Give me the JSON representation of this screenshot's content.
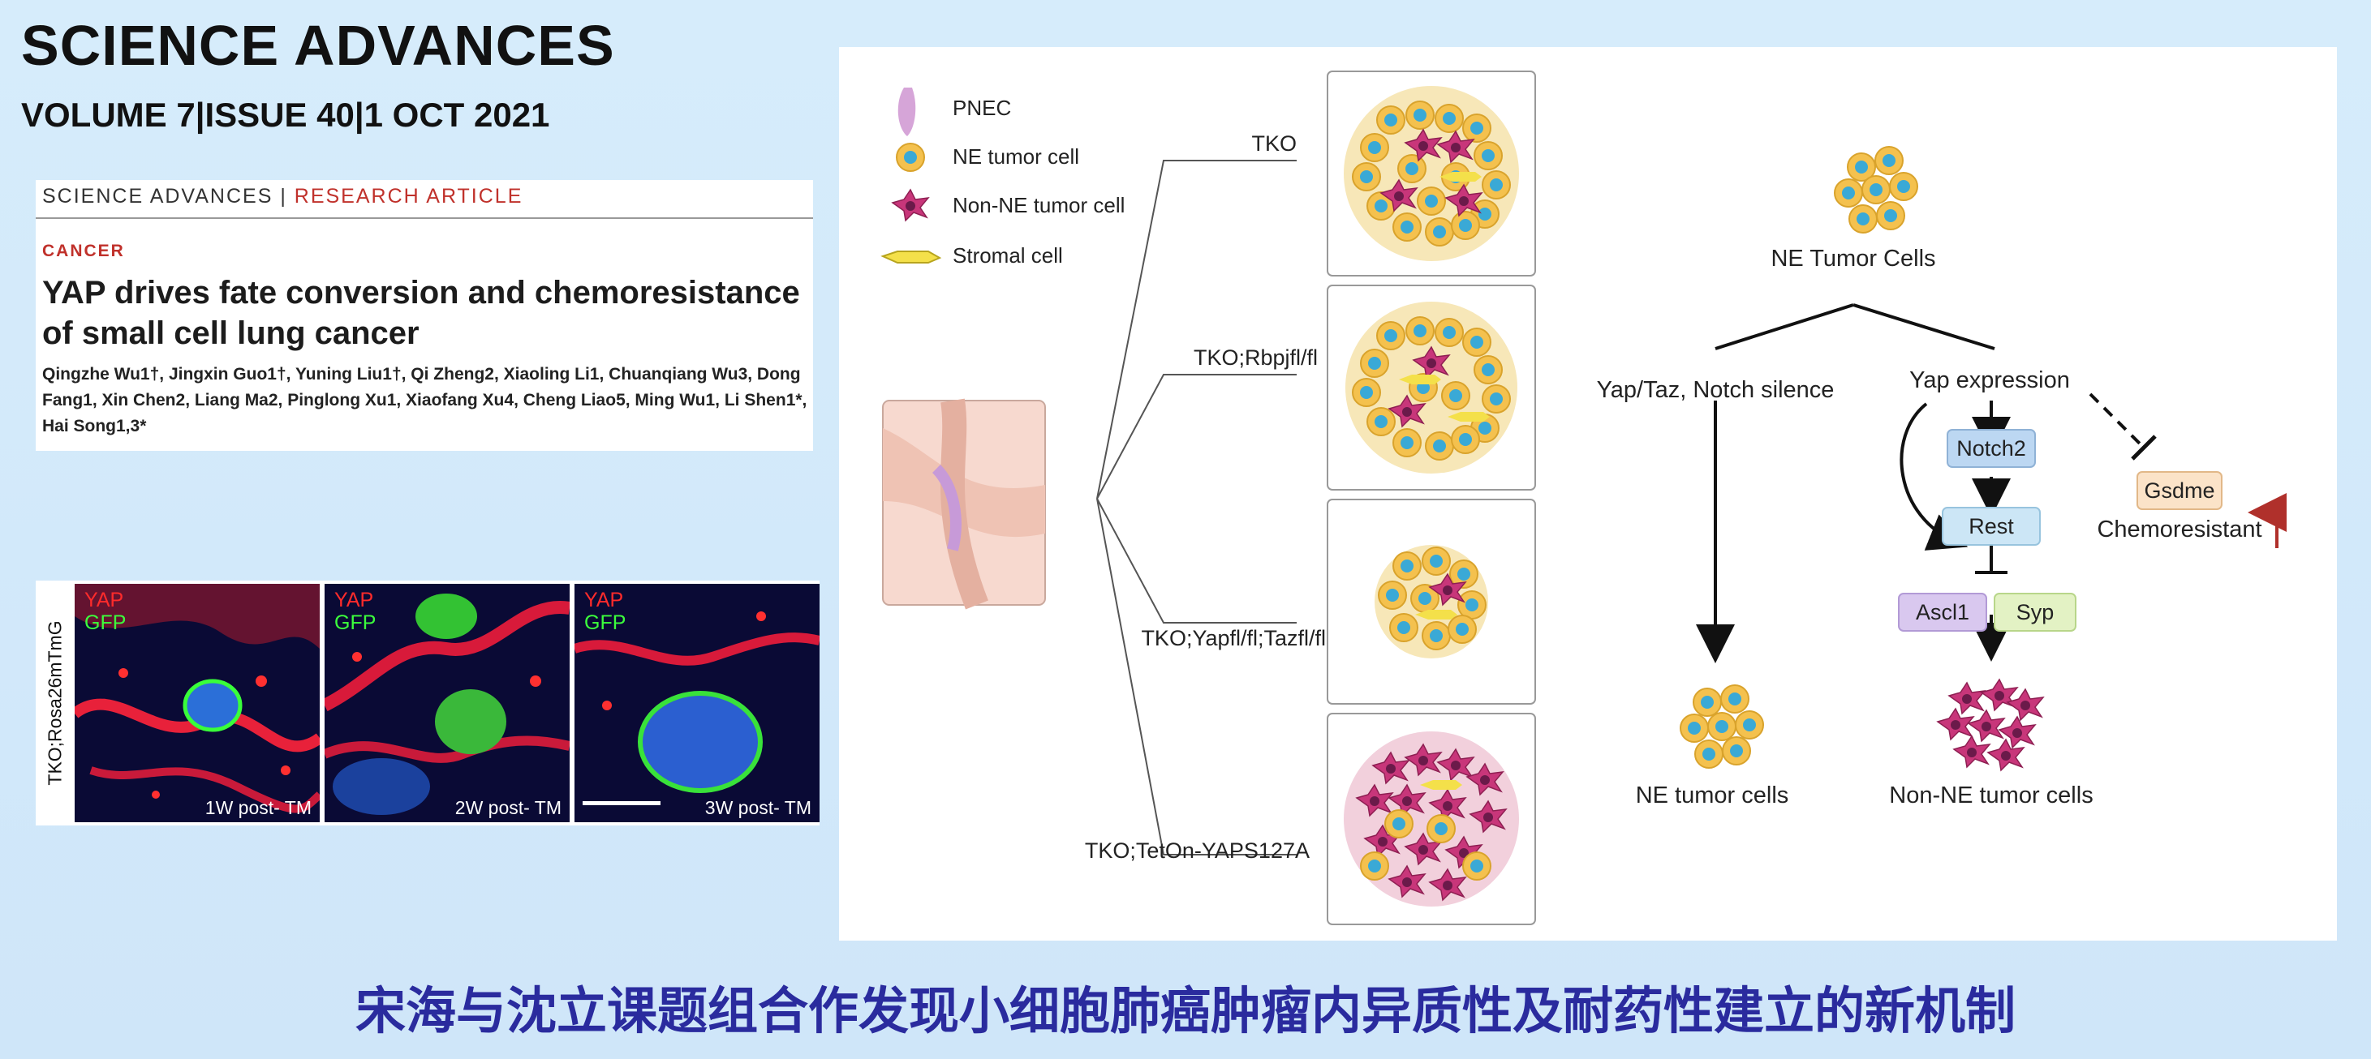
{
  "header": {
    "journal": "SCIENCE ADVANCES",
    "issue": "VOLUME 7|ISSUE 40|1 OCT 2021"
  },
  "article": {
    "brand_left": "SCIENCE ADVANCES",
    "brand_sep": " | ",
    "brand_right": "RESEARCH ARTICLE",
    "section": "CANCER",
    "title": "YAP drives fate conversion and chemoresistance of small cell lung cancer",
    "authors": "Qingzhe Wu1†, Jingxin Guo1†, Yuning Liu1†, Qi Zheng2, Xiaoling Li1, Chuanqiang Wu3, Dong Fang1, Xin Chen2, Liang Ma2, Pinglong Xu1, Xiaofang Xu4, Cheng Liao5, Ming Wu1, Li Shen1*, Hai Song1,3*"
  },
  "microscopy": {
    "side_label": "TKO;Rosa26mTmG",
    "channel_red": "YAP",
    "channel_green": "GFP",
    "panels": [
      {
        "caption": "1W post- TM"
      },
      {
        "caption": "2W post- TM"
      },
      {
        "caption": "3W post- TM"
      }
    ]
  },
  "figure": {
    "legend": [
      "PNEC",
      "NE tumor cell",
      "Non-NE tumor cell",
      "Stromal cell"
    ],
    "models": [
      "TKO",
      "TKO;Rbpjfl/fl",
      "TKO;Yapfl/fl;Tazfl/fl",
      "TKO;TetOn-YAPS127A"
    ],
    "top_node": "NE Tumor Cells",
    "left_branch": "Yap/Taz, Notch silence",
    "right_branch": "Yap expression",
    "boxes": {
      "notch2": "Notch2",
      "rest": "Rest",
      "ascl1": "Ascl1",
      "syp": "Syp",
      "gsdme": "Gsdme"
    },
    "chemo": "Chemoresistant",
    "left_result": "NE tumor cells",
    "right_result": "Non-NE tumor cells"
  },
  "headline": "宋海与沈立课题组合作发现小细胞肺癌肿瘤内异质性及耐药性建立的新机制",
  "colors": {
    "background": "#d6ecfb",
    "headline": "#2a2b9e",
    "accent_red": "#c0312b",
    "ne_cell": "#f4c14e",
    "nucleus": "#3aa9d6",
    "non_ne_cell": "#c8367a"
  }
}
